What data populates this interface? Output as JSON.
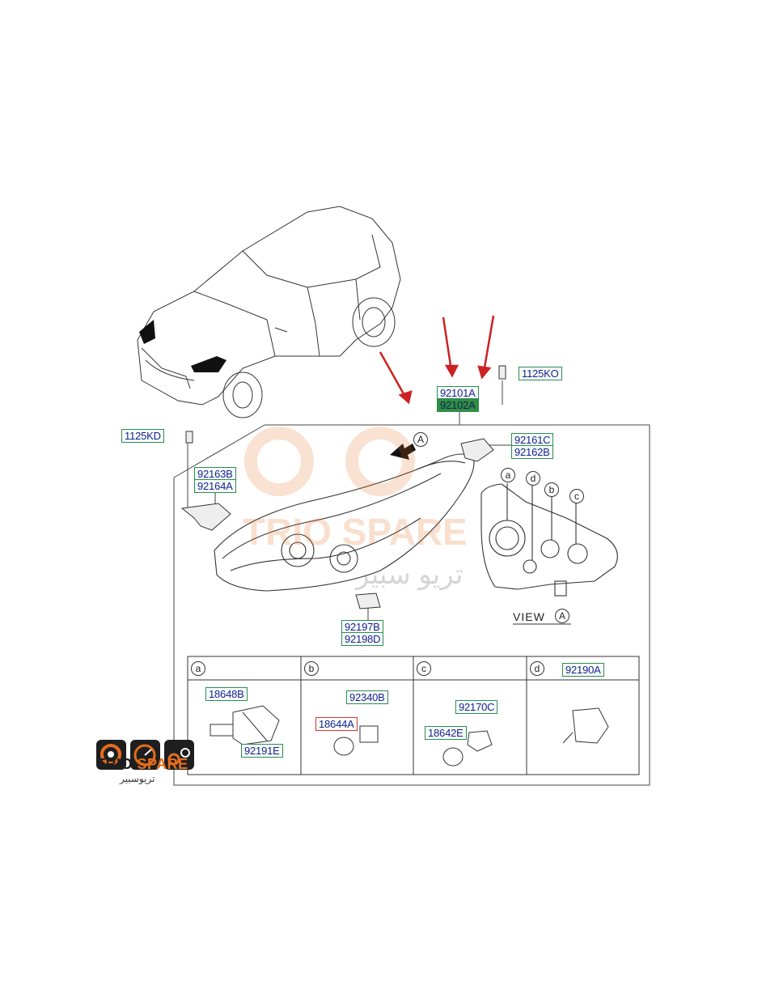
{
  "brand": {
    "name_part1": "TRIO",
    "name_part2": " SPARE",
    "arabic": "تريوسبير"
  },
  "watermark": {
    "text": "TRIO SPARE",
    "arabic": "تريو سبير"
  },
  "labels": {
    "p1125KO": "1125KO",
    "p92101A": "92101A",
    "p92102A": "92102A",
    "p1125KD": "1125KD",
    "p92161C": "92161C",
    "p92162B": "92162B",
    "p92163B": "92163B",
    "p92164A": "92164A",
    "p92197B": "92197B",
    "p92198D": "92198D",
    "p18648B": "18648B",
    "p92191E": "92191E",
    "p92340B": "92340B",
    "p18644A": "18644A",
    "p92170C": "92170C",
    "p18642E": "18642E",
    "p92190A": "92190A"
  },
  "callouts": {
    "A": "A",
    "a": "a",
    "b": "b",
    "c": "c",
    "d": "d"
  },
  "view_label": "VIEW",
  "colors": {
    "label_border": "#2e8b57",
    "label_text": "#1a1a9a",
    "highlight": "#2f8f3f",
    "arrow": "#cc2222",
    "brand_orange": "#e46d1e"
  }
}
